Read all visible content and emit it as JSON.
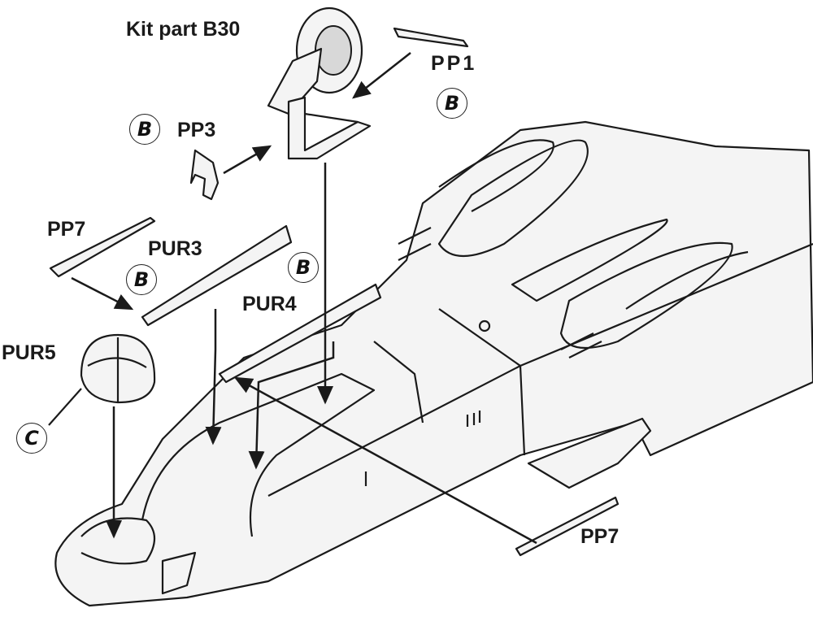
{
  "labels": {
    "kit_part": "Kit part B30",
    "pp1": "PP1",
    "pp3": "PP3",
    "pp7_top": "PP7",
    "pp7_bottom": "PP7",
    "pur3": "PUR3",
    "pur4": "PUR4",
    "pur5": "PUR5"
  },
  "badges": {
    "b1": "B",
    "b2": "B",
    "b3": "B",
    "b4": "B",
    "c": "C"
  }
}
